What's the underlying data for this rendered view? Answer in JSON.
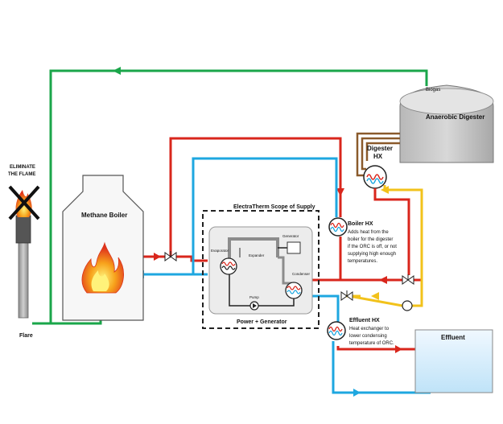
{
  "labels": {
    "biogas": "Biogas",
    "digester": "Anaerobic Digester",
    "digester_hx_1": "Digester",
    "digester_hx_2": "HX",
    "eliminate_1": "ELIMINATE",
    "eliminate_2": "THE FLAME",
    "boiler": "Methane Boiler",
    "flare": "Flare",
    "scope": "ElectraTherm Scope of Supply",
    "power_gen": "Power + Generator",
    "generator": "Generator",
    "expander": "Expander",
    "evaporator": "Evaporator",
    "condenser": "Condenser",
    "pump": "Pump",
    "boiler_hx_title": "Boiler HX",
    "boiler_hx_desc": [
      "Adds heat from the",
      "boiler for the digester",
      "if the ORC is off, or not",
      "supplying high enough",
      "temperatures."
    ],
    "effluent_hx_title": "Effluent HX",
    "effluent_hx_desc": [
      "Heat exchanger to",
      "lower condensing",
      "temperature of ORC."
    ],
    "effluent": "Effluent"
  },
  "colors": {
    "hot": "#d9261c",
    "cold": "#1ea7e0",
    "green": "#1aa64a",
    "yellow": "#f2c21b",
    "brown": "#8a5a2b",
    "gray": "#8c8c8c"
  }
}
